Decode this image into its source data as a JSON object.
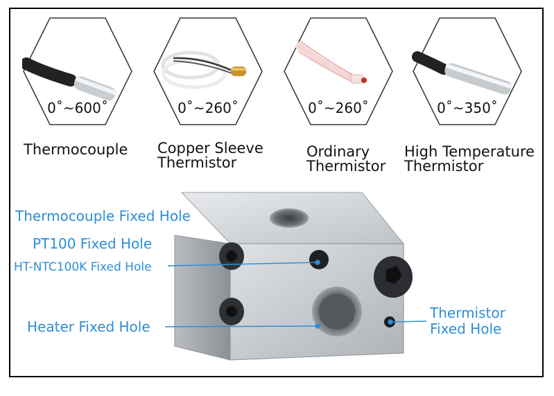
{
  "sensors": [
    {
      "range": "0˚~600˚",
      "name_line1": "Thermocouple",
      "name_line2": "",
      "icon": "thermocouple-probe-icon"
    },
    {
      "range": "0˚~260˚",
      "name_line1": "Copper Sleeve",
      "name_line2": "Thermistor",
      "icon": "copper-sleeve-thermistor-icon"
    },
    {
      "range": "0˚~260˚",
      "name_line1": "Ordinary",
      "name_line2": "Thermistor",
      "icon": "ordinary-thermistor-icon"
    },
    {
      "range": "0˚~350˚",
      "name_line1": "High Temperature",
      "name_line2": "Thermistor",
      "icon": "high-temperature-thermistor-icon"
    }
  ],
  "holes": {
    "thermocouple": "Thermocouple Fixed Hole",
    "pt100": "PT100 Fixed Hole",
    "ht_ntc100k": "HT-NTC100K Fixed Hole",
    "heater": "Heater Fixed Hole",
    "thermistor_line1": "Thermistor",
    "thermistor_line2": "Fixed Hole"
  },
  "colors": {
    "label_blue": "#2c8fd6",
    "border": "#000000"
  }
}
